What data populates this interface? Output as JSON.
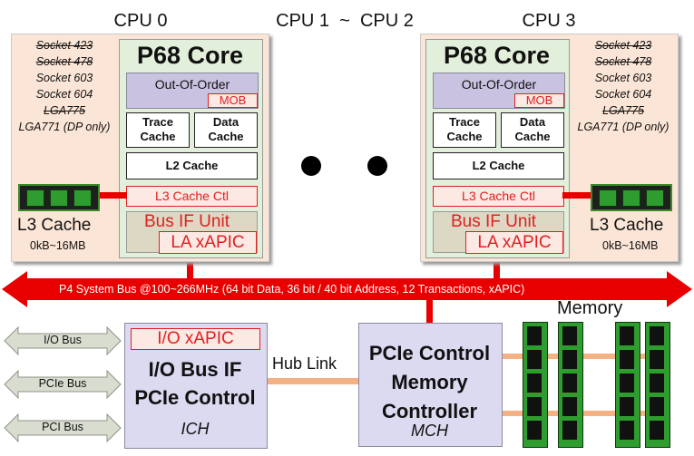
{
  "titles": {
    "cpu0": "CPU 0",
    "cpu_range": "CPU 1  ~  CPU 2",
    "cpu3": "CPU 3"
  },
  "sockets": [
    {
      "label": "Socket 423",
      "struck": true
    },
    {
      "label": "Socket 478",
      "struck": true
    },
    {
      "label": "Socket 603",
      "struck": false
    },
    {
      "label": "Socket 604",
      "struck": false
    },
    {
      "label": "LGA775",
      "struck": true
    },
    {
      "label": "LGA771 (DP only)",
      "struck": false
    }
  ],
  "core": {
    "title": "P68 Core",
    "ooo": "Out-Of-Order",
    "mob": "MOB",
    "trace_cache_1": "Trace",
    "trace_cache_2": "Cache",
    "data_cache_1": "Data",
    "data_cache_2": "Cache",
    "l2": "L2 Cache",
    "l3ctl": "L3 Cache Ctl",
    "busif": "Bus IF Unit",
    "laxapic": "LA xAPIC"
  },
  "l3": {
    "label": "L3 Cache",
    "size": "0kB~16MB"
  },
  "system_bus": "P4 System Bus @100~266MHz (64 bit Data, 36 bit / 40 bit Address, 12 Transactions, xAPIC)",
  "io_buses": [
    "I/O Bus",
    "PCIe Bus",
    "PCI Bus"
  ],
  "ich": {
    "xapic": "I/O xAPIC",
    "line1": "I/O Bus IF",
    "line2": "PCIe Control",
    "name": "ICH"
  },
  "hub_link": "Hub Link",
  "mch": {
    "line1": "PCIe Control",
    "line2": "Memory",
    "line3": "Controller",
    "name": "MCH"
  },
  "memory_label": "Memory",
  "colors": {
    "bus_red": "#e80000",
    "panel_peach": "#fbe5d6",
    "core_green": "#e2efda",
    "controller_lavender": "#dcdaf0",
    "link_orange": "#f4b183",
    "dimm_green": "#1d7a1d"
  }
}
